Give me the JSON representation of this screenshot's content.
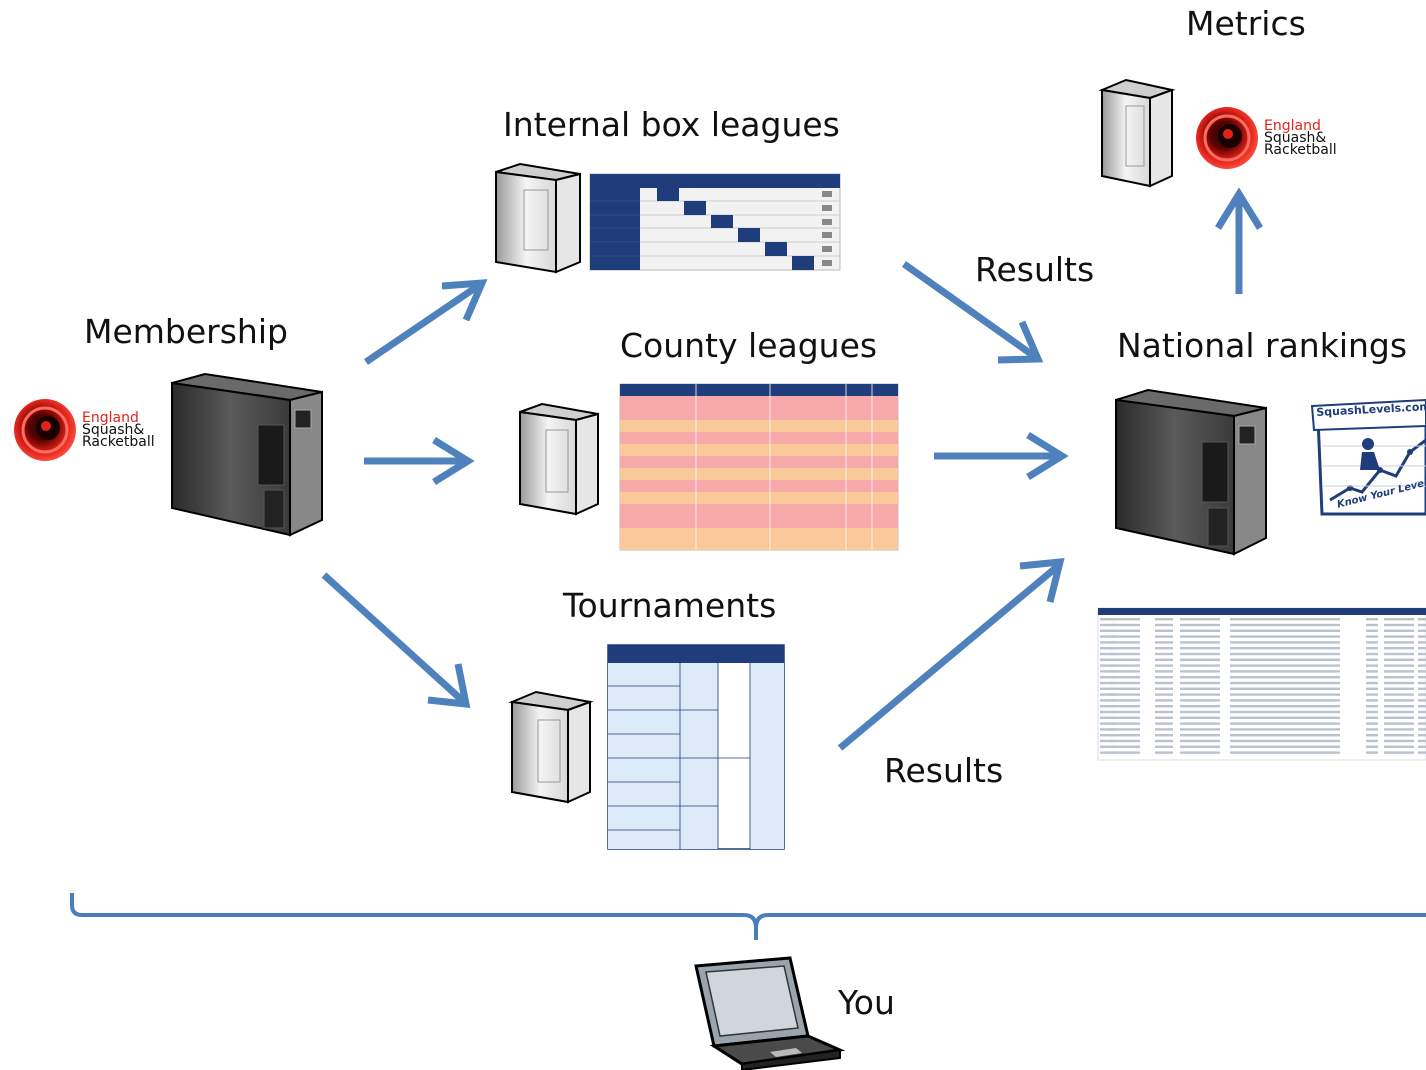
{
  "labels": {
    "membership": "Membership",
    "internal_box_leagues": "Internal box leagues",
    "county_leagues": "County leagues",
    "tournaments": "Tournaments",
    "results_top": "Results",
    "results_bottom": "Results",
    "national_rankings": "National rankings",
    "metrics": "Metrics",
    "you": "You"
  },
  "logos": {
    "england_squash": {
      "line1": "England",
      "line2": "Squash&",
      "line3": "Racketball"
    },
    "squashlevels": {
      "title": "SquashLevels.com",
      "tagline": "Know Your Level"
    }
  },
  "colors": {
    "arrow": "#4f81bd",
    "brace": "#4a7ebb",
    "table_header": "#1f3d7a",
    "county_row_pink": "#f7a8a8",
    "county_row_orange": "#f9c99a",
    "tournament_bg": "#dcebf7",
    "brand_red": "#e2231a"
  },
  "icons": {
    "servers": [
      "server-icon"
    ],
    "laptop": "laptop-icon"
  }
}
